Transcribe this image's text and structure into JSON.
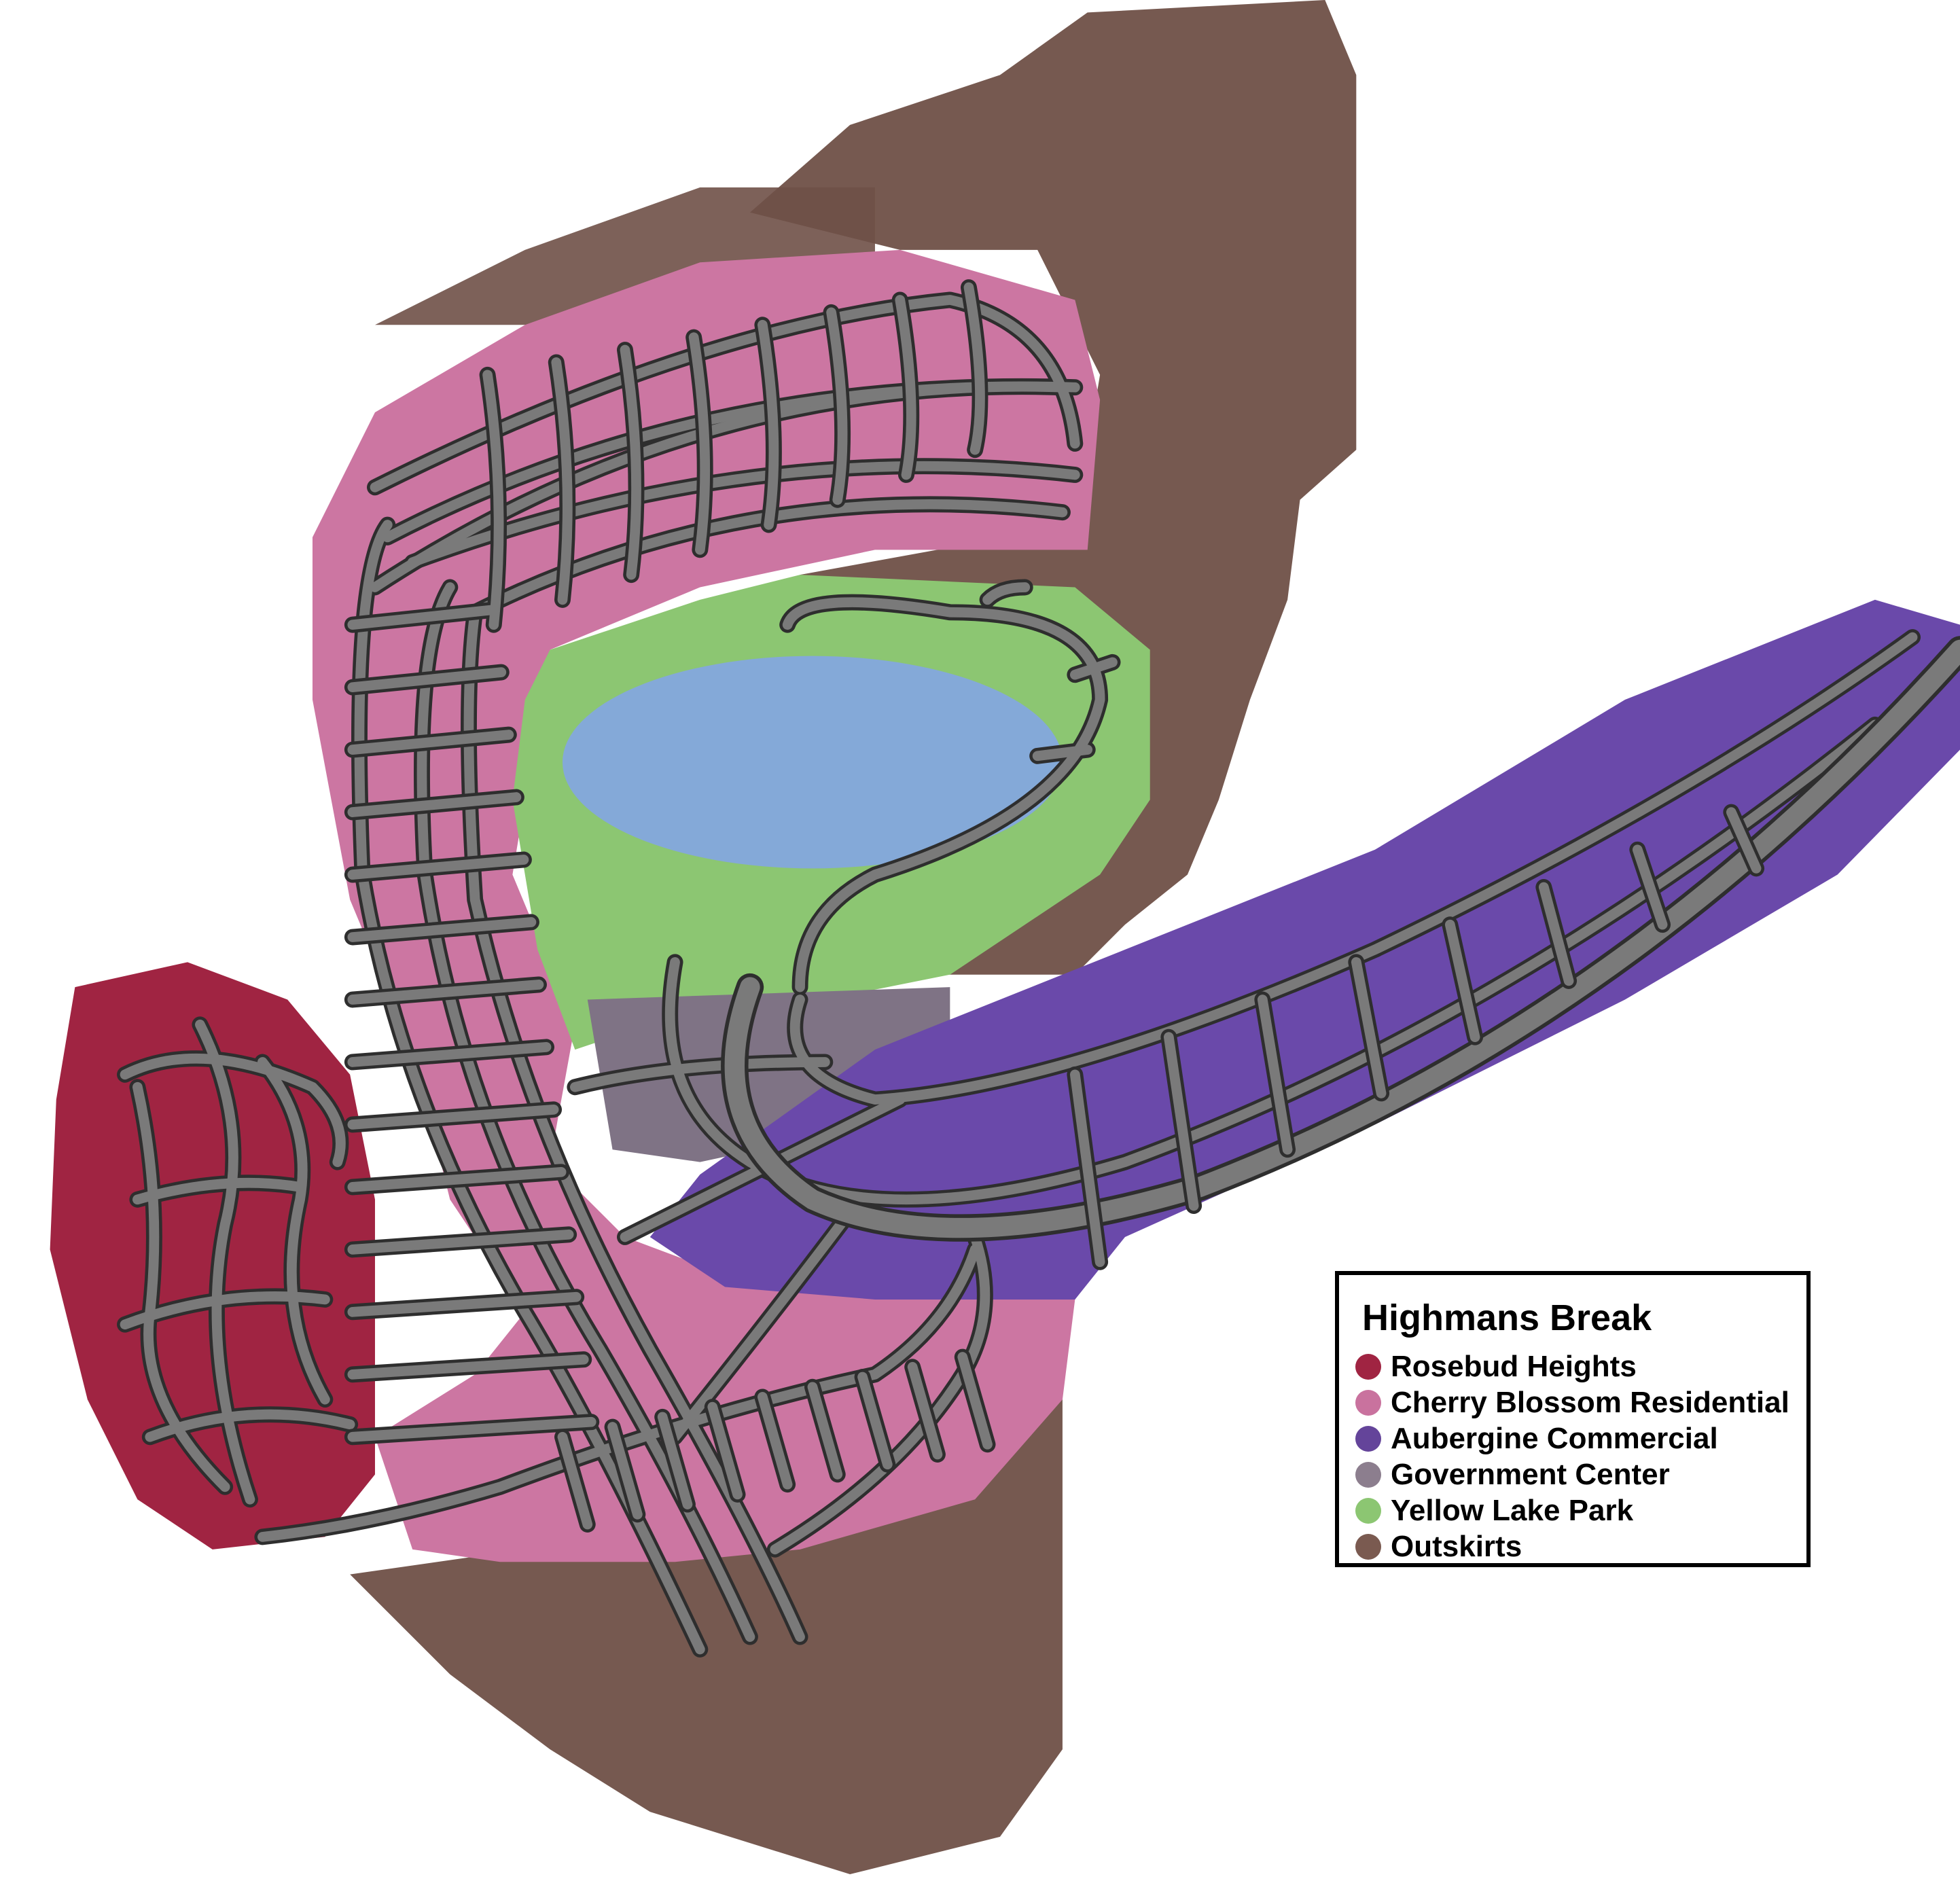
{
  "legend": {
    "title": "Highmans Break",
    "items": [
      {
        "label": "Rosebud Heights",
        "color": "#a02442"
      },
      {
        "label": "Cherry Blossom Residential",
        "color": "#c9729e"
      },
      {
        "label": "Aubergine Commercial",
        "color": "#64449a"
      },
      {
        "label": "Government Center",
        "color": "#8c7e8e"
      },
      {
        "label": "Yellow Lake Park",
        "color": "#8cc672"
      },
      {
        "label": "Outskirts",
        "color": "#7a5a50"
      }
    ]
  },
  "colors": {
    "lake": "#84a9d8",
    "road": "#7a7a7a",
    "road_outline": "#2e2e2e"
  }
}
